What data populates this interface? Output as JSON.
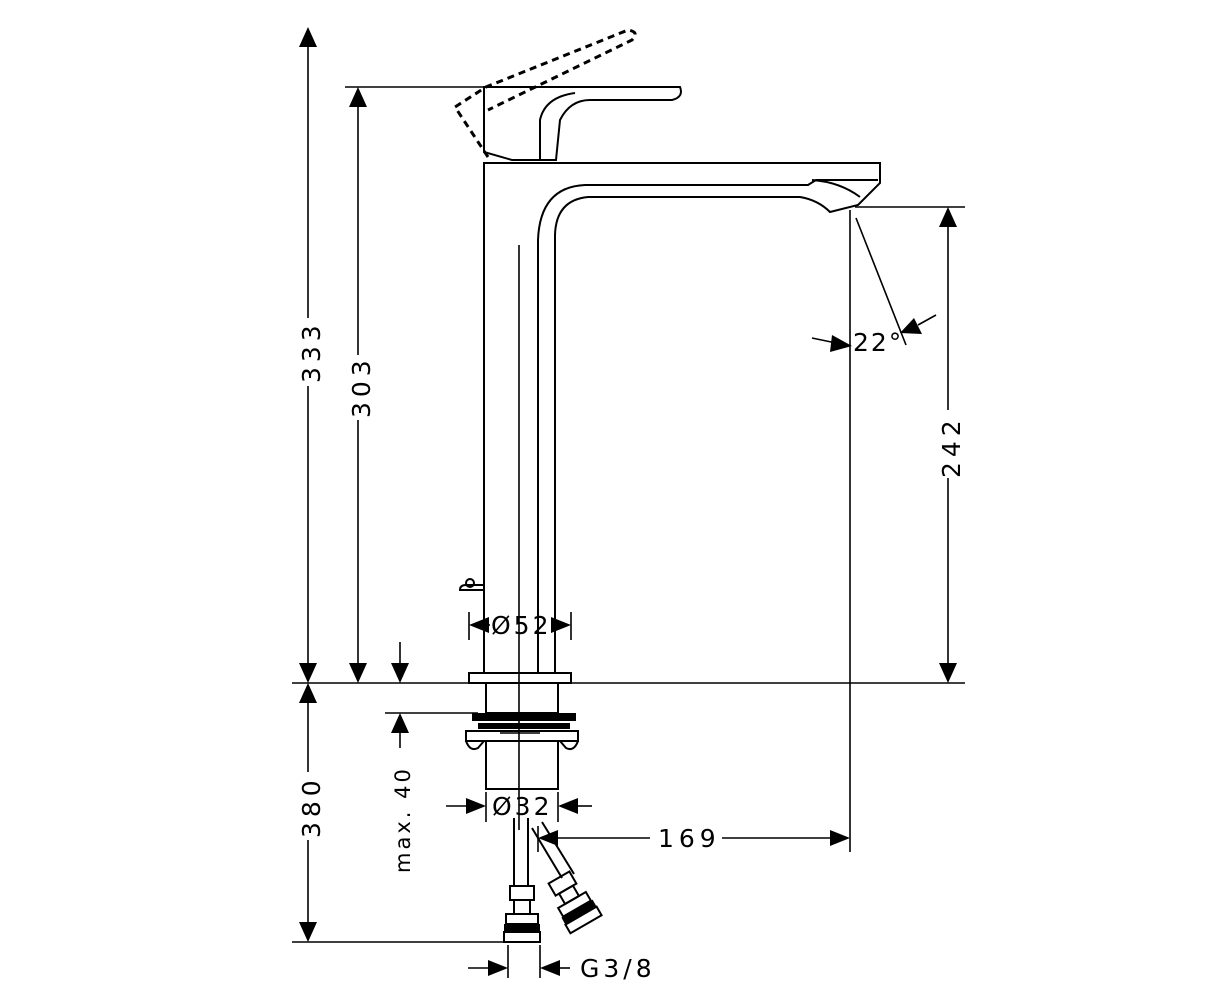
{
  "drawing": {
    "colors": {
      "line": "#000000",
      "background": "#ffffff"
    },
    "dimensions": {
      "total_height": "333",
      "handle_height": "303",
      "spout_height": "242",
      "spout_angle": "22°",
      "base_diameter": "Ø52",
      "below_counter": "380",
      "max_counter_thickness": "max. 40",
      "shank_diameter": "Ø32",
      "projection": "169",
      "connection_thread": "G3/8"
    }
  }
}
